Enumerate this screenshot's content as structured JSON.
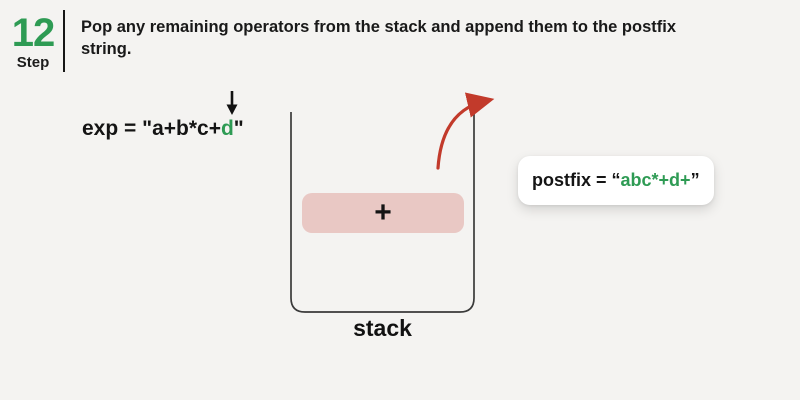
{
  "colors": {
    "background": "#f4f3f1",
    "accent_green": "#2e9b54",
    "stack_item_pink": "#e9c8c4",
    "pop_arrow_red": "#c23a2b",
    "text_dark": "#1a1a1a",
    "card_background": "#ffffff"
  },
  "header": {
    "step_number": "12",
    "step_label": "Step",
    "description": "Pop any remaining operators from the stack and append them to the postfix string."
  },
  "expression": {
    "prefix": "exp = \"a+b*c+",
    "highlight": "d",
    "suffix": "\""
  },
  "stack": {
    "label": "stack",
    "items": [
      {
        "value": "+"
      }
    ]
  },
  "postfix": {
    "prefix": "postfix = “",
    "value": "abc*+d+",
    "suffix": "”"
  },
  "icons": {
    "pointer_down_icon": "↓",
    "pop_arrow_icon": "curved-arrow-up-right"
  }
}
